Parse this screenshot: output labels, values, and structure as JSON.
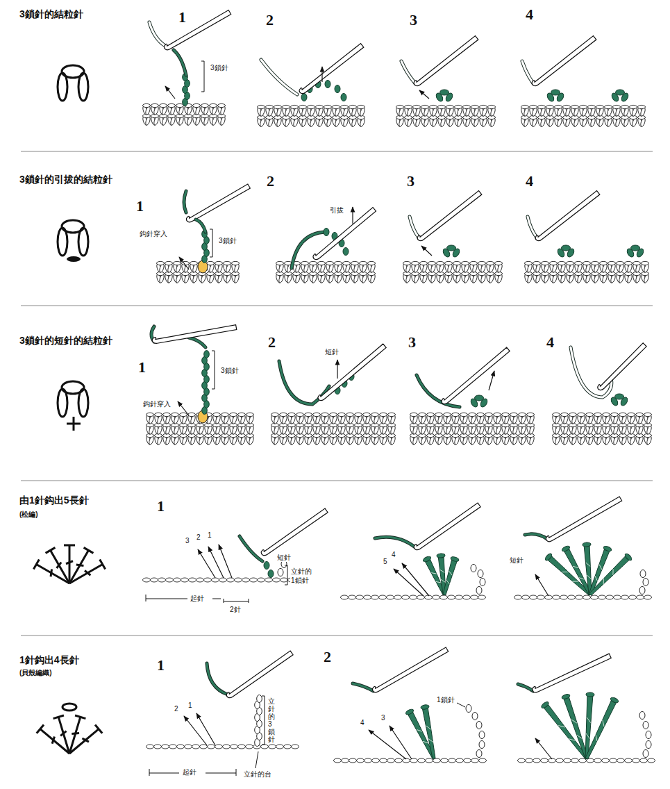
{
  "diagram": {
    "labels": [
      "3鎖針的結粒針",
      "1",
      "2",
      "3",
      "4",
      "3鎖針",
      "3鎖針的引拔的結粒針",
      "2",
      "3",
      "4",
      "1",
      "鈎針穿入",
      "3鎖針",
      "引拔",
      "3鎖針的短針的結粒針",
      "1",
      "2",
      "3",
      "4",
      "3鎖針",
      "鈎針穿入",
      "短針",
      "由1針鈎出5長針",
      "(松編)",
      "1",
      "3",
      "2",
      "1",
      "短針",
      "立針的 1鎖針",
      "起針",
      "2針",
      "5",
      "4",
      "短針",
      "1針鈎出4長針",
      "(貝殼編織)",
      "1",
      "2",
      "2",
      "1",
      "立針的3鎖針",
      "起針",
      "立針的台",
      "4",
      "3",
      "1鎖針"
    ]
  }
}
